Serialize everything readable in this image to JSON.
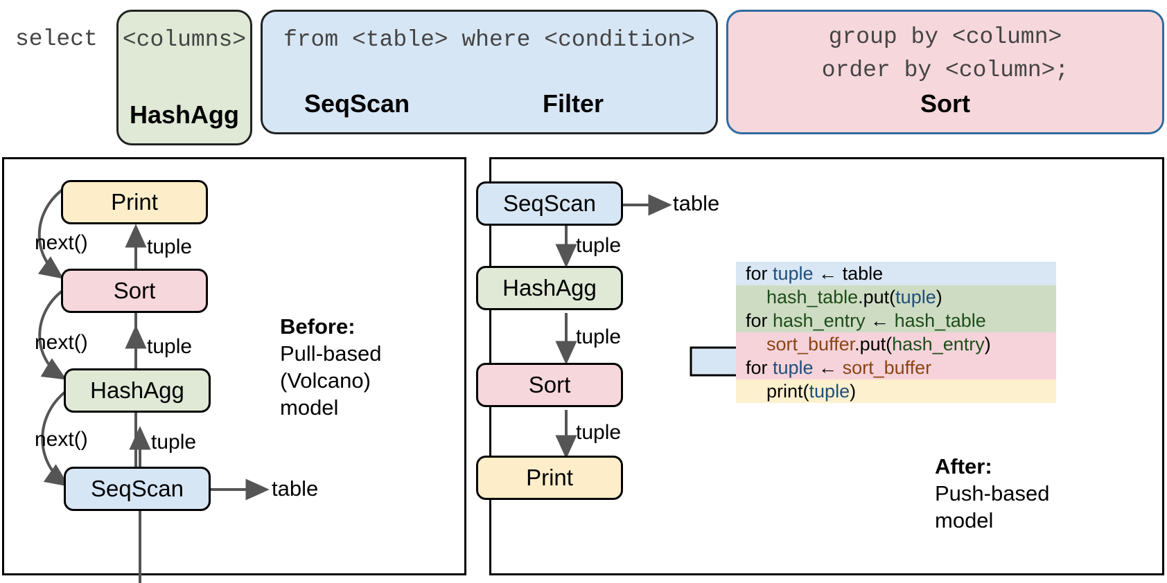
{
  "sql_row": {
    "prefix": "select",
    "boxes": [
      {
        "id": "hashagg",
        "sql": "<columns>",
        "operator": "HashAgg",
        "fill": "#dfe9d6",
        "stroke": "#222222"
      },
      {
        "id": "seqscan",
        "sql": "from <table> where <condition>",
        "operator": "SeqScan",
        "operator2": "Filter",
        "fill": "#d7e6f5",
        "stroke": "#222222"
      },
      {
        "id": "sort",
        "sql_line1": "group by <column>",
        "sql_line2": "order by <column>;",
        "operator": "Sort",
        "fill": "#f6d7dc",
        "stroke": "#2e6ba0"
      }
    ]
  },
  "left_panel": {
    "nodes": [
      {
        "id": "print",
        "label": "Print",
        "fill": "#fdeec9"
      },
      {
        "id": "sort",
        "label": "Sort",
        "fill": "#f6d7dc"
      },
      {
        "id": "hashagg",
        "label": "HashAgg",
        "fill": "#dfe9d6"
      },
      {
        "id": "seqscan",
        "label": "SeqScan",
        "fill": "#d7e6f5"
      }
    ],
    "call_labels": [
      "next()",
      "next()",
      "next()"
    ],
    "data_labels": [
      "tuple",
      "tuple",
      "tuple"
    ],
    "table_label": "table",
    "note": {
      "title": "Before:",
      "line1": "Pull-based",
      "line2": "(Volcano)",
      "line3": "model"
    }
  },
  "right_panel": {
    "nodes": [
      {
        "id": "seqscan",
        "label": "SeqScan",
        "fill": "#d7e6f5"
      },
      {
        "id": "hashagg",
        "label": "HashAgg",
        "fill": "#dfe9d6"
      },
      {
        "id": "sort",
        "label": "Sort",
        "fill": "#f6d7dc"
      },
      {
        "id": "print",
        "label": "Print",
        "fill": "#fdeec9"
      }
    ],
    "data_labels": [
      "tuple",
      "tuple",
      "tuple"
    ],
    "table_label": "table",
    "big_arrow": {
      "fill": "#d7e6f5",
      "stroke": "#000000"
    },
    "code": [
      {
        "row": "scan",
        "segments": [
          {
            "t": "for ",
            "c": "plain"
          },
          {
            "t": "tuple",
            "c": "tuple"
          },
          {
            "t": " ← table",
            "c": "plain"
          }
        ]
      },
      {
        "row": "hash",
        "segments": [
          {
            "t": "    ",
            "c": "plain"
          },
          {
            "t": "hash_table",
            "c": "hash"
          },
          {
            "t": ".put(",
            "c": "plain"
          },
          {
            "t": "tuple",
            "c": "tuple"
          },
          {
            "t": ")",
            "c": "plain"
          }
        ]
      },
      {
        "row": "hash",
        "segments": [
          {
            "t": "for ",
            "c": "plain"
          },
          {
            "t": "hash_entry",
            "c": "hash"
          },
          {
            "t": " ← ",
            "c": "plain"
          },
          {
            "t": "hash_table",
            "c": "hash"
          }
        ]
      },
      {
        "row": "sort",
        "segments": [
          {
            "t": "    ",
            "c": "plain"
          },
          {
            "t": "sort_buffer",
            "c": "sortb"
          },
          {
            "t": ".put(",
            "c": "plain"
          },
          {
            "t": "hash_entry",
            "c": "hash"
          },
          {
            "t": ")",
            "c": "plain"
          }
        ]
      },
      {
        "row": "sort",
        "segments": [
          {
            "t": "for ",
            "c": "plain"
          },
          {
            "t": "tuple",
            "c": "tuple"
          },
          {
            "t": " ← ",
            "c": "plain"
          },
          {
            "t": "sort_buffer",
            "c": "sortb"
          }
        ]
      },
      {
        "row": "print",
        "segments": [
          {
            "t": "    print(",
            "c": "plain"
          },
          {
            "t": "tuple",
            "c": "tuple"
          },
          {
            "t": ")",
            "c": "plain"
          }
        ]
      }
    ],
    "note": {
      "title": "After:",
      "line1": "Push-based",
      "line2": "model"
    }
  }
}
